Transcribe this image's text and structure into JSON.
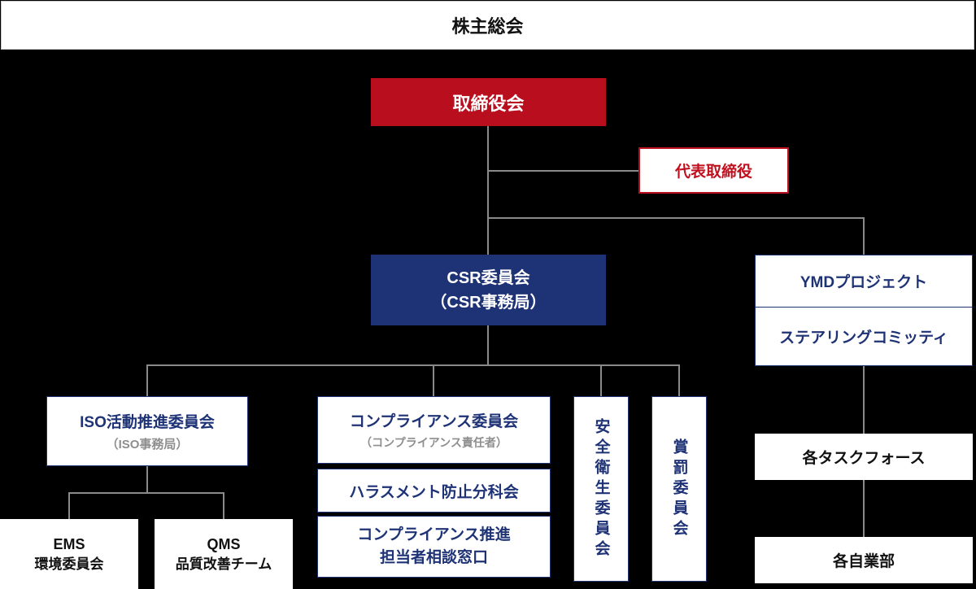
{
  "title": "組織図",
  "colors": {
    "background": "#000000",
    "accent_red": "#b80e1e",
    "accent_navy": "#1e3276",
    "connector_gray": "#8a8a8a",
    "sublabel_gray": "#8e8e8e"
  },
  "nodes": {
    "shareholders": {
      "label": "株主総会"
    },
    "board": {
      "label": "取締役会"
    },
    "representative": {
      "label": "代表取締役"
    },
    "csr": {
      "line1": "CSR委員会",
      "line2": "（CSR事務局）"
    },
    "ymd": {
      "label": "YMDプロジェクト"
    },
    "steering": {
      "label": "ステアリングコミッティ"
    },
    "iso": {
      "line1": "ISO活動推進委員会",
      "line2": "（ISO事務局）"
    },
    "compliance": {
      "line1": "コンプライアンス委員会",
      "line2": "（コンプライアンス責任者）"
    },
    "harassment": {
      "label": "ハラスメント防止分科会"
    },
    "compliance_desk": {
      "line1": "コンプライアンス推進",
      "line2": "担当者相談窓口"
    },
    "safety": {
      "label": "安全衛生委員会"
    },
    "rewards": {
      "label": "賞罰委員会"
    },
    "taskforce": {
      "label": "各タスクフォース"
    },
    "divisions": {
      "label": "各自業部"
    },
    "ems": {
      "line1": "EMS",
      "line2": "環境委員会"
    },
    "qms": {
      "line1": "QMS",
      "line2": "品質改善チーム"
    }
  }
}
